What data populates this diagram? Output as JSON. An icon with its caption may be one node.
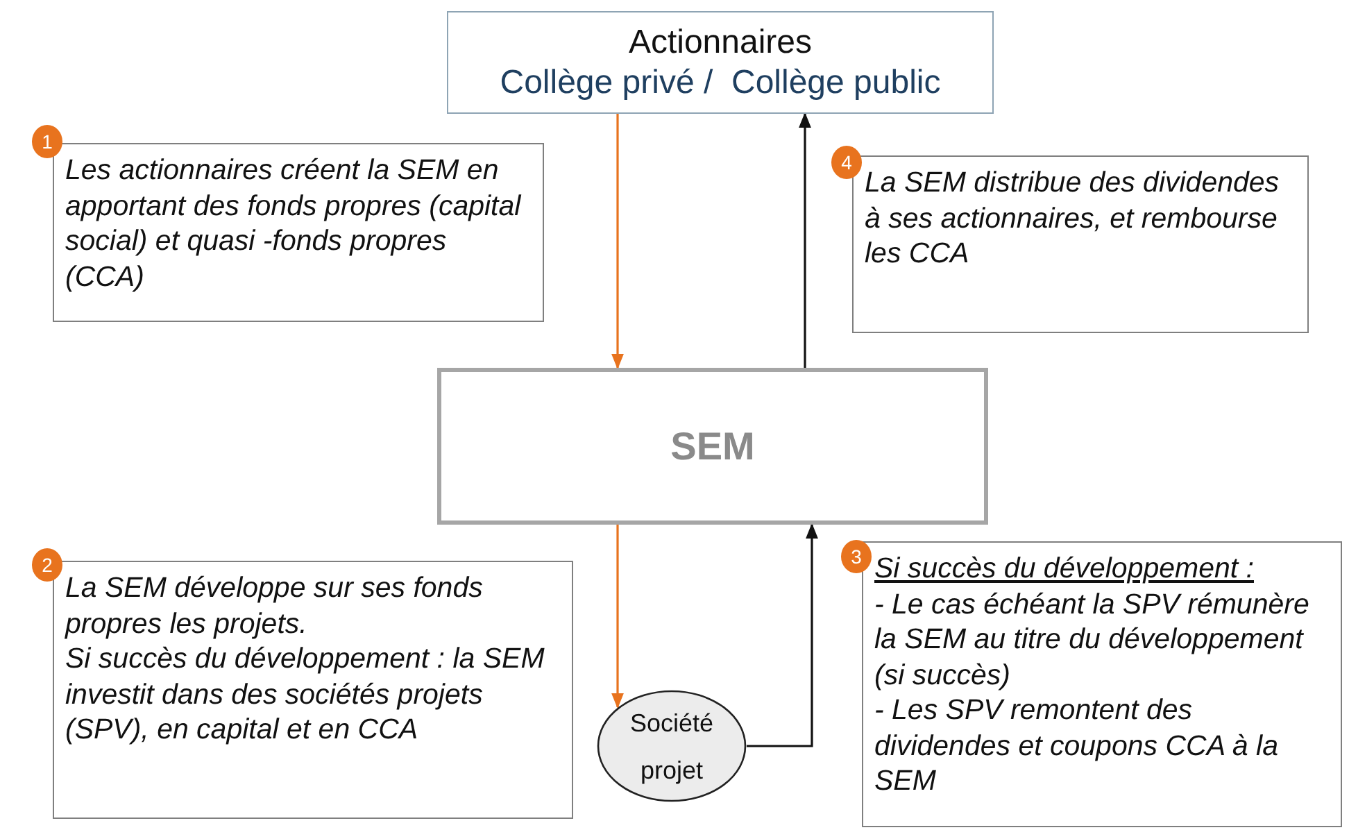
{
  "diagram": {
    "nodes": [
      {
        "text": [
          "Actionnaires",
          "Collège privé /  Collège public"
        ]
      },
      {
        "text": [
          "SEM"
        ]
      },
      {
        "text": [
          "Société projet"
        ]
      },
      {
        "text": [
          "Les actionnaires créent la SEM en apportant des fonds propres (capital social) et quasi -fonds propres (CCA)"
        ],
        "beside": [
          "1"
        ]
      },
      {
        "text": [
          "La SEM distribue des dividendes à ses actionnaires, et rembourse les CCA"
        ],
        "beside": [
          "4"
        ]
      },
      {
        "text": [
          "La SEM développe sur ses fonds propres les projets.",
          "Si succès du développement  : la SEM investit dans des sociétés projets (SPV), en capital et en CCA"
        ],
        "beside": [
          "2"
        ]
      },
      {
        "text": [
          "Si succès du développement  :",
          "- Le cas échéant la SPV rémunère la SEM au titre du développement (si succès)",
          "- Les SPV remontent des dividendes et coupons CCA à la SEM"
        ],
        "beside": [
          "3"
        ]
      }
    ],
    "edges": [
      {
        "from": 0,
        "to": 1,
        "arrow": "to",
        "color": "#e8731e"
      },
      {
        "from": 1,
        "to": 0,
        "arrow": "to",
        "color": "#111111"
      },
      {
        "from": 1,
        "to": 2,
        "arrow": "to",
        "color": "#e8731e"
      },
      {
        "from": 2,
        "to": 1,
        "arrow": "to",
        "color": "#111111"
      }
    ]
  }
}
